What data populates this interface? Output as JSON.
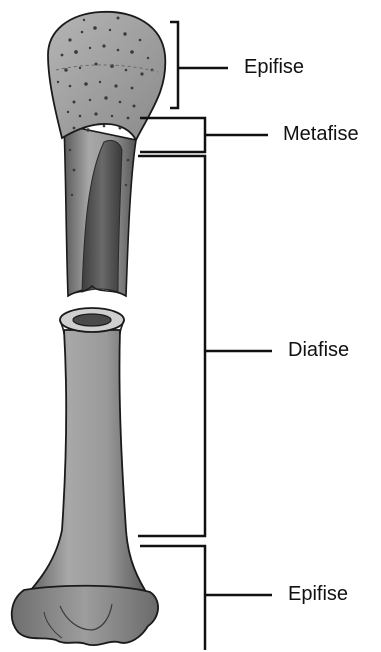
{
  "labels": {
    "epifise_top": "Epifise",
    "metafise": "Metafise",
    "diafise": "Diafise",
    "epifise_bottom": "Epifise"
  },
  "colors": {
    "bone_fill": "#8e8e8e",
    "bone_light": "#c9c9c9",
    "bone_dark": "#4a4a4a",
    "outline": "#1a1a1a",
    "bracket": "#111111"
  }
}
